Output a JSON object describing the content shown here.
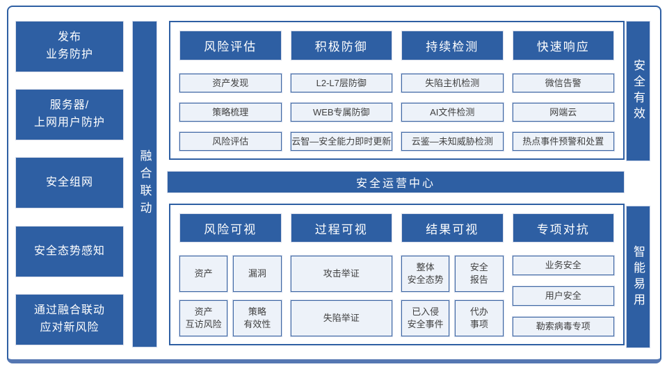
{
  "colors": {
    "primary_blue": "#2e5fa3",
    "item_fill": "#edf2f9",
    "item_text": "#3f3f3f",
    "frame_bottom_edge": "#5577b2"
  },
  "left_column": {
    "boxes": [
      {
        "label": "发布\n业务防护"
      },
      {
        "label": "服务器/\n上网用户防护"
      },
      {
        "label": "安全组网"
      },
      {
        "label": "安全态势感知"
      },
      {
        "label": "通过融合联动\n应对新风险"
      }
    ]
  },
  "fusion_bar": {
    "label": "融合联动"
  },
  "soc_bar": {
    "label": "安全运营中心"
  },
  "right_bars": {
    "top": "安全有效",
    "bottom": "智能易用"
  },
  "top_panel": {
    "columns": [
      {
        "header": "风险评估",
        "items": [
          "资产发现",
          "策略梳理",
          "风险评估"
        ]
      },
      {
        "header": "积极防御",
        "items": [
          "L2-L7层防御",
          "WEB专属防御",
          "云智—安全能力即时更新"
        ]
      },
      {
        "header": "持续检测",
        "items": [
          "失陷主机检测",
          "AI文件检测",
          "云鉴—未知威胁检测"
        ]
      },
      {
        "header": "快速响应",
        "items": [
          "微信告警",
          "网端云",
          "热点事件预警和处置"
        ]
      }
    ]
  },
  "bottom_panel": {
    "columns": [
      {
        "header": "风险可视",
        "rows": [
          [
            "资产",
            "漏洞"
          ],
          [
            "资产\n互访风险",
            "策略\n有效性"
          ]
        ]
      },
      {
        "header": "过程可视",
        "rows": [
          [
            "攻击举证"
          ],
          [
            "失陷举证"
          ]
        ]
      },
      {
        "header": "结果可视",
        "rows": [
          [
            "整体\n安全态势",
            "安全\n报告"
          ],
          [
            "已入侵\n安全事件",
            "代办\n事项"
          ]
        ]
      },
      {
        "header": "专项对抗",
        "items": [
          "业务安全",
          "用户安全",
          "勒索病毒专项"
        ]
      }
    ]
  }
}
